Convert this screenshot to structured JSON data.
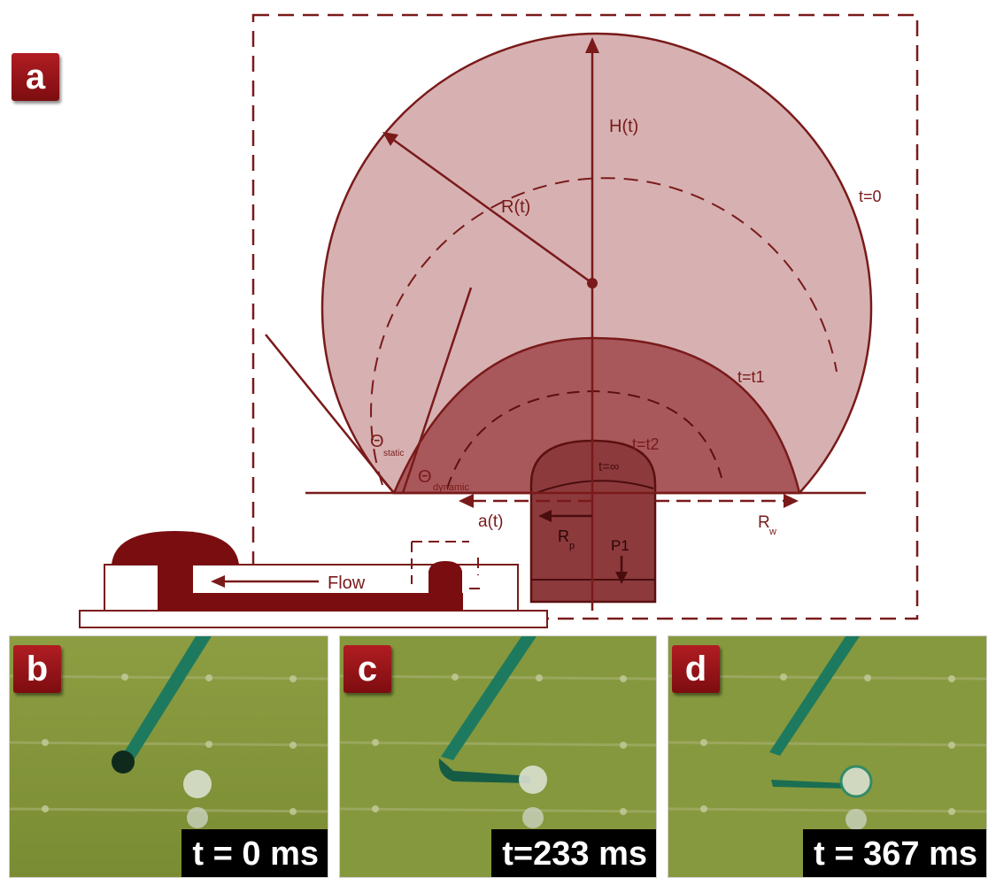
{
  "panels": {
    "a": {
      "label": "a"
    },
    "b": {
      "label": "b",
      "time": "t = 0 ms"
    },
    "c": {
      "label": "c",
      "time": "t=233 ms"
    },
    "d": {
      "label": "d",
      "time": "t = 367 ms"
    }
  },
  "diagram": {
    "labels": {
      "height": "H(t)",
      "radius": "R(t)",
      "t0": "t=0",
      "t1": "t=t1",
      "t2": "t=t2",
      "tinf": "t=∞",
      "theta": "Θ",
      "static": "static",
      "dynamic": "dynamic",
      "contact_radius": "a(t)",
      "rp": "R",
      "rp_sub": "p",
      "rw": "R",
      "rw_sub": "w",
      "p1": "P1",
      "flow": "Flow"
    }
  },
  "colors": {
    "dark_red": "#7a1a1a",
    "drop_fill": "#d7b1b2",
    "drop_mid": "#a8585b",
    "drop_dark": "#8d3a3d",
    "badge_red": "#9c1519",
    "substrate_green": "#8a9a3c"
  }
}
